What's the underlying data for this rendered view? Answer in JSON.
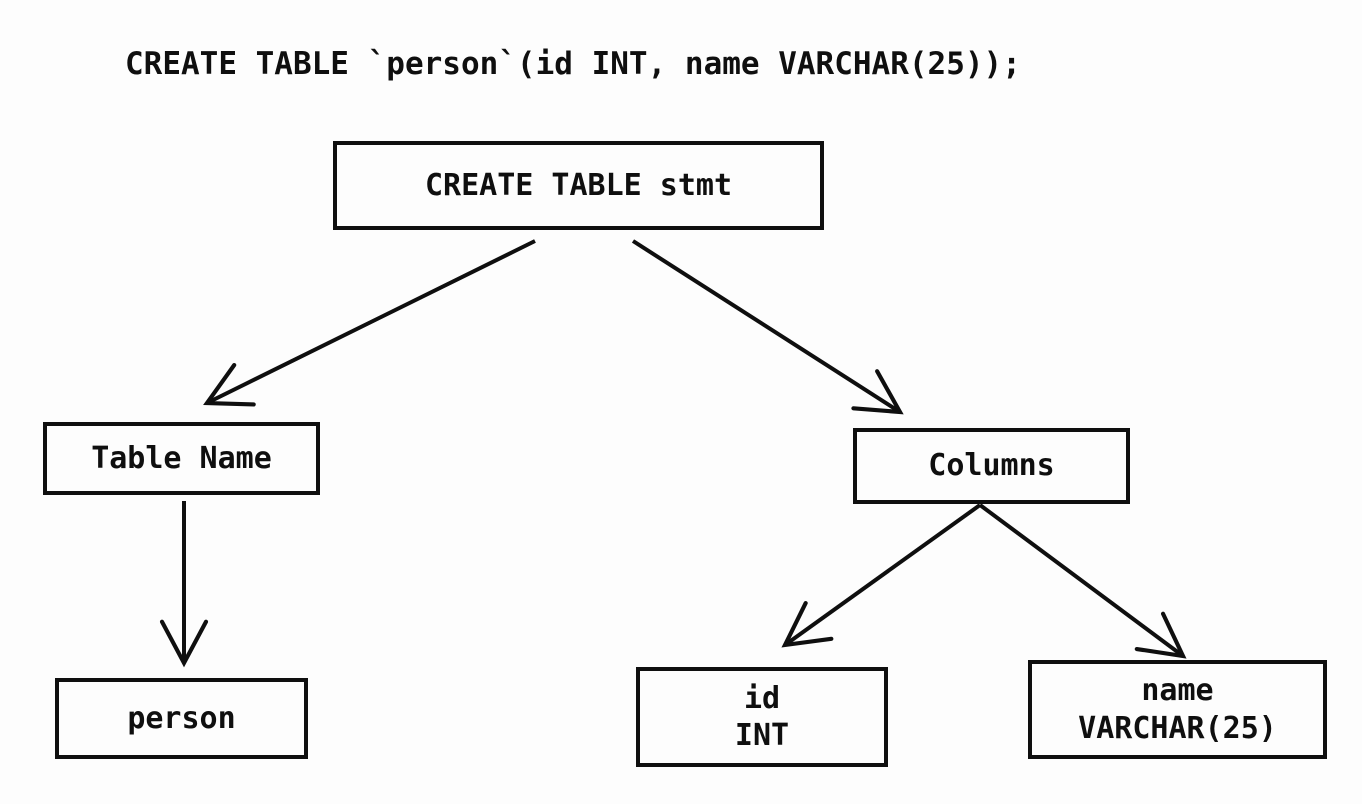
{
  "diagram": {
    "title_semantic": "CREATE TABLE statement parse tree",
    "sql_statement": "CREATE TABLE `person`(id INT, name VARCHAR(25));",
    "nodes": {
      "root": {
        "label": "CREATE TABLE stmt"
      },
      "table_name": {
        "label": "Table Name"
      },
      "columns": {
        "label": "Columns"
      },
      "person": {
        "label": "person"
      },
      "id_col": {
        "line1": "id",
        "line2": "INT"
      },
      "name_col": {
        "line1": "name",
        "line2": "VARCHAR(25)"
      }
    },
    "edges": [
      {
        "from": "root",
        "to": "table_name"
      },
      {
        "from": "root",
        "to": "columns"
      },
      {
        "from": "table_name",
        "to": "person"
      },
      {
        "from": "columns",
        "to": "id_col"
      },
      {
        "from": "columns",
        "to": "name_col"
      }
    ],
    "colors": {
      "background": "#fdfdfd",
      "line": "#0f0f0f",
      "text": "#0f0f0f"
    }
  }
}
